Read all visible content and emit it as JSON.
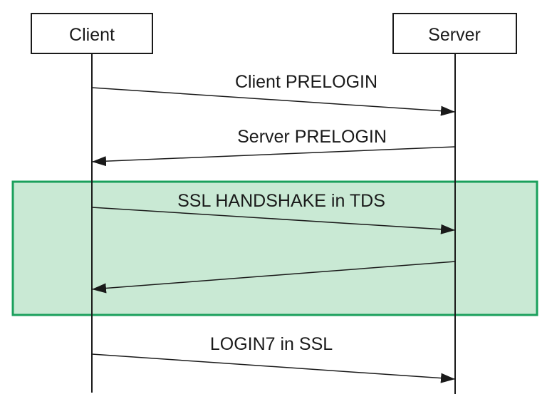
{
  "diagram": {
    "type": "sequence",
    "actors": [
      {
        "id": "client",
        "label": "Client"
      },
      {
        "id": "server",
        "label": "Server"
      }
    ],
    "messages": [
      {
        "label": "Client PRELOGIN",
        "from": "client",
        "to": "server",
        "in_highlight": false
      },
      {
        "label": "Server PRELOGIN",
        "from": "server",
        "to": "client",
        "in_highlight": false
      },
      {
        "label": "SSL HANDSHAKE in TDS",
        "from": "client",
        "to": "server",
        "in_highlight": true
      },
      {
        "label": "",
        "from": "server",
        "to": "client",
        "in_highlight": true
      },
      {
        "label": "LOGIN7 in SSL",
        "from": "client",
        "to": "server",
        "in_highlight": false
      }
    ],
    "highlight_region": {
      "purpose": "SSL handshake phase",
      "fill": "#c9e9d4",
      "border": "#1aa05c"
    },
    "colors": {
      "line": "#1a1a1a",
      "text": "#1a1a1a",
      "background": "#ffffff"
    }
  }
}
